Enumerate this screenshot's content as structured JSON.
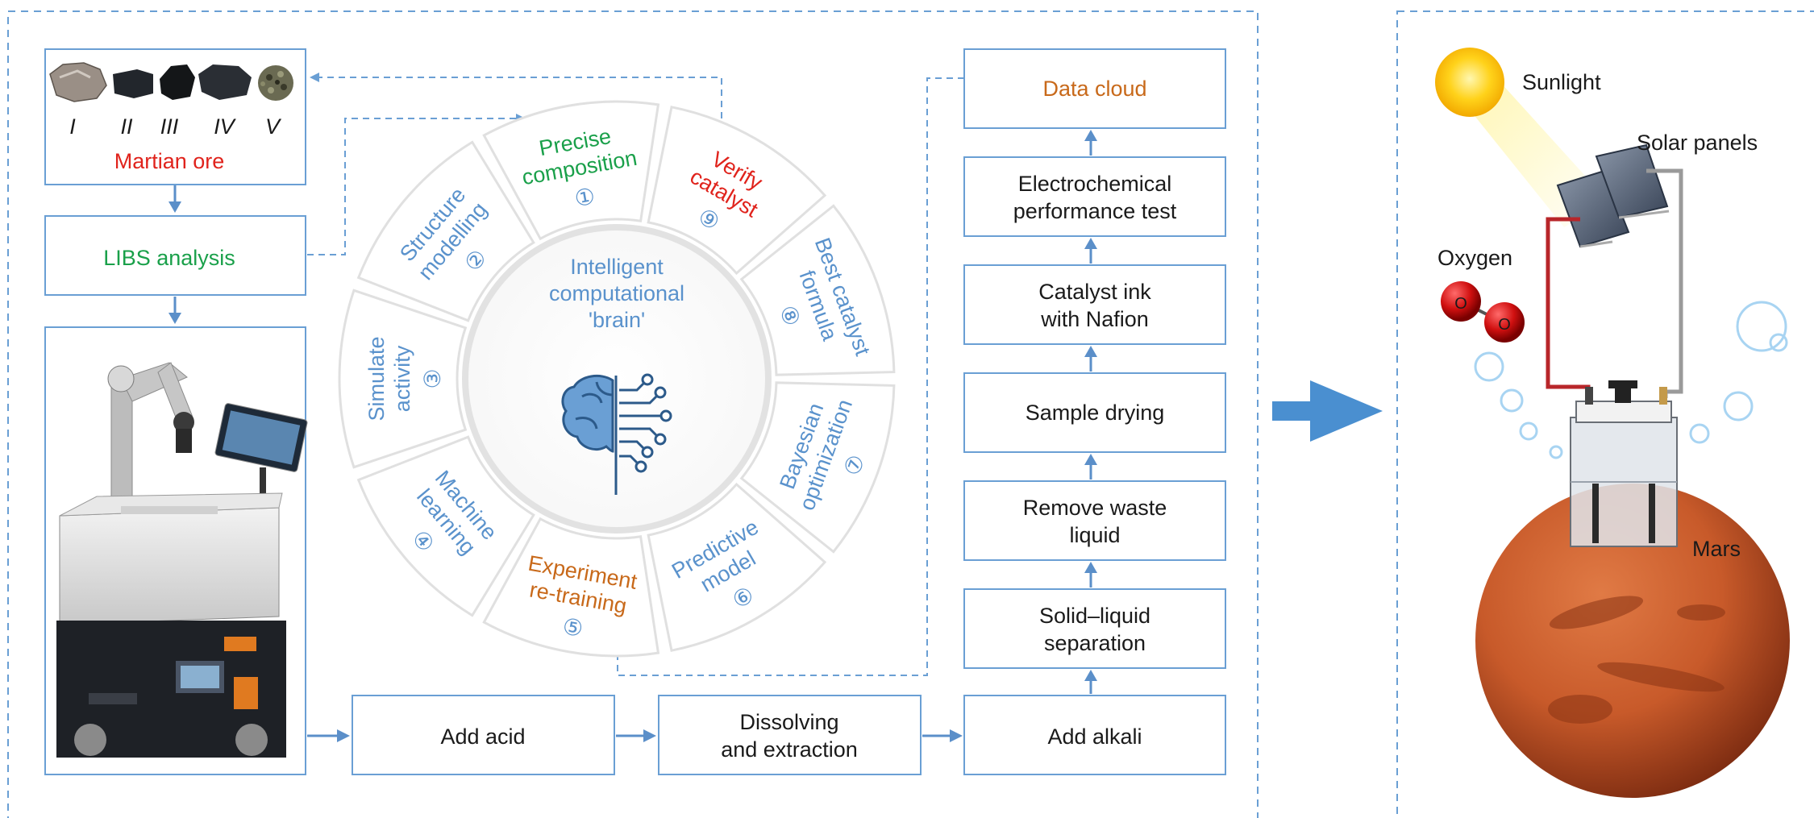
{
  "colors": {
    "box_border": "#6a9fd4",
    "dash": "#6a9fd4",
    "arrow": "#5b8fc9",
    "red": "#e0231c",
    "green": "#1aa04a",
    "blue": "#5a92cc",
    "orange": "#c8691a",
    "black": "#1a1a1a",
    "big_arrow": "#4a8fd0"
  },
  "ore": {
    "numerals": [
      "I",
      "II",
      "III",
      "IV",
      "V"
    ],
    "label": "Martian ore"
  },
  "libs": {
    "label": "LIBS analysis"
  },
  "brain": {
    "title_lines": [
      "Intelligent",
      "computational",
      "'brain'"
    ],
    "icon": "brain-circuit-icon"
  },
  "ring_segments": [
    {
      "num": "①",
      "lines": [
        "Precise",
        "composition"
      ],
      "color": "green"
    },
    {
      "num": "②",
      "lines": [
        "Structure",
        "modelling"
      ],
      "color": "blue"
    },
    {
      "num": "③",
      "lines": [
        "Simulate",
        "activity"
      ],
      "color": "blue"
    },
    {
      "num": "④",
      "lines": [
        "Machine",
        "learning"
      ],
      "color": "blue"
    },
    {
      "num": "⑤",
      "lines": [
        "Experiment",
        "re-training"
      ],
      "color": "orange"
    },
    {
      "num": "⑥",
      "lines": [
        "Predictive",
        "model"
      ],
      "color": "blue"
    },
    {
      "num": "⑦",
      "lines": [
        "Bayesian",
        "optimization"
      ],
      "color": "blue"
    },
    {
      "num": "⑧",
      "lines": [
        "Best catalyst",
        "formula"
      ],
      "color": "blue"
    },
    {
      "num": "⑨",
      "lines": [
        "Verify",
        "catalyst"
      ],
      "color": "red"
    }
  ],
  "bottom_steps": [
    {
      "lines": [
        "Add acid"
      ]
    },
    {
      "lines": [
        "Dissolving",
        "and extraction"
      ]
    },
    {
      "lines": [
        "Add alkali"
      ]
    }
  ],
  "right_steps": [
    {
      "lines": [
        "Data cloud"
      ],
      "color": "orange"
    },
    {
      "lines": [
        "Electrochemical",
        "performance test"
      ],
      "color": "black"
    },
    {
      "lines": [
        "Catalyst ink",
        "with Nafion"
      ],
      "color": "black"
    },
    {
      "lines": [
        "Sample drying"
      ],
      "color": "black"
    },
    {
      "lines": [
        "Remove waste",
        "liquid"
      ],
      "color": "black"
    },
    {
      "lines": [
        "Solid–liquid",
        "separation"
      ],
      "color": "black"
    }
  ],
  "mars_panel": {
    "sunlight": "Sunlight",
    "solar_panels": "Solar panels",
    "oxygen": "Oxygen",
    "mars": "Mars",
    "o_atom": "O"
  }
}
